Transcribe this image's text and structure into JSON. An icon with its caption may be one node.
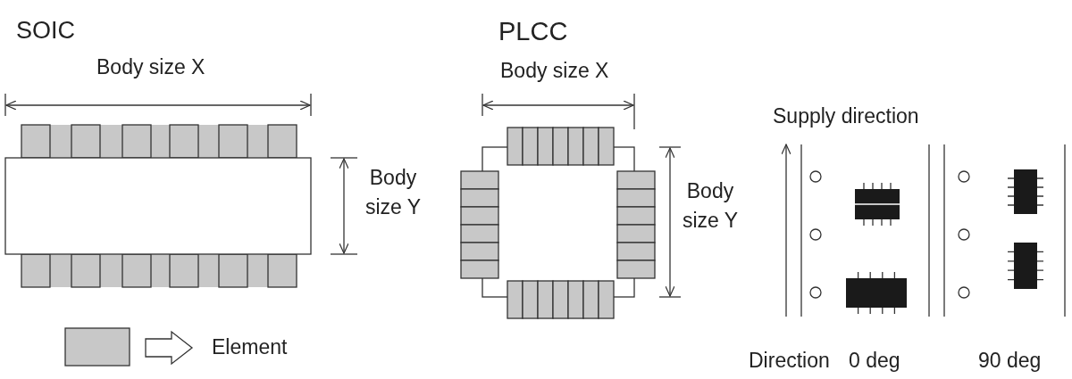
{
  "diagram": {
    "labels": [
      "SOIC",
      "Body size X",
      "Body size Y",
      "PLCC",
      "Body size X",
      "Body size Y",
      "Supply direction",
      "Direction",
      "0 deg",
      "90 deg"
    ],
    "legend": [
      {
        "text": "Element",
        "color": "#c8c8c8"
      }
    ]
  }
}
